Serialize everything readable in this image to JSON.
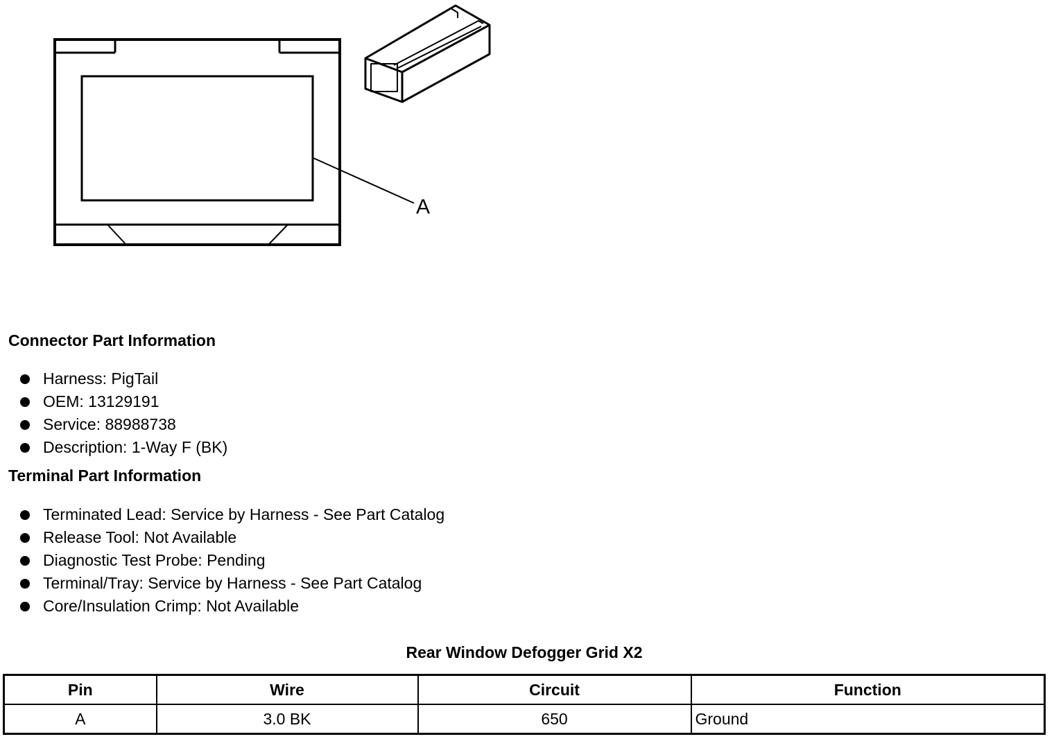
{
  "diagram": {
    "callout": "A"
  },
  "connector_info": {
    "heading": "Connector Part Information",
    "items": [
      "Harness: PigTail",
      "OEM: 13129191",
      "Service: 88988738",
      "Description: 1-Way F (BK)"
    ]
  },
  "terminal_info": {
    "heading": "Terminal Part Information",
    "items": [
      "Terminated Lead: Service by Harness - See Part Catalog",
      "Release Tool: Not Available",
      "Diagnostic Test Probe: Pending",
      "Terminal/Tray: Service by Harness - See Part Catalog",
      "Core/Insulation Crimp: Not Available"
    ]
  },
  "pin_table": {
    "caption": "Rear Window Defogger Grid X2",
    "headers": [
      "Pin",
      "Wire",
      "Circuit",
      "Function"
    ],
    "rows": [
      [
        "A",
        "3.0 BK",
        "650",
        "Ground"
      ]
    ]
  }
}
